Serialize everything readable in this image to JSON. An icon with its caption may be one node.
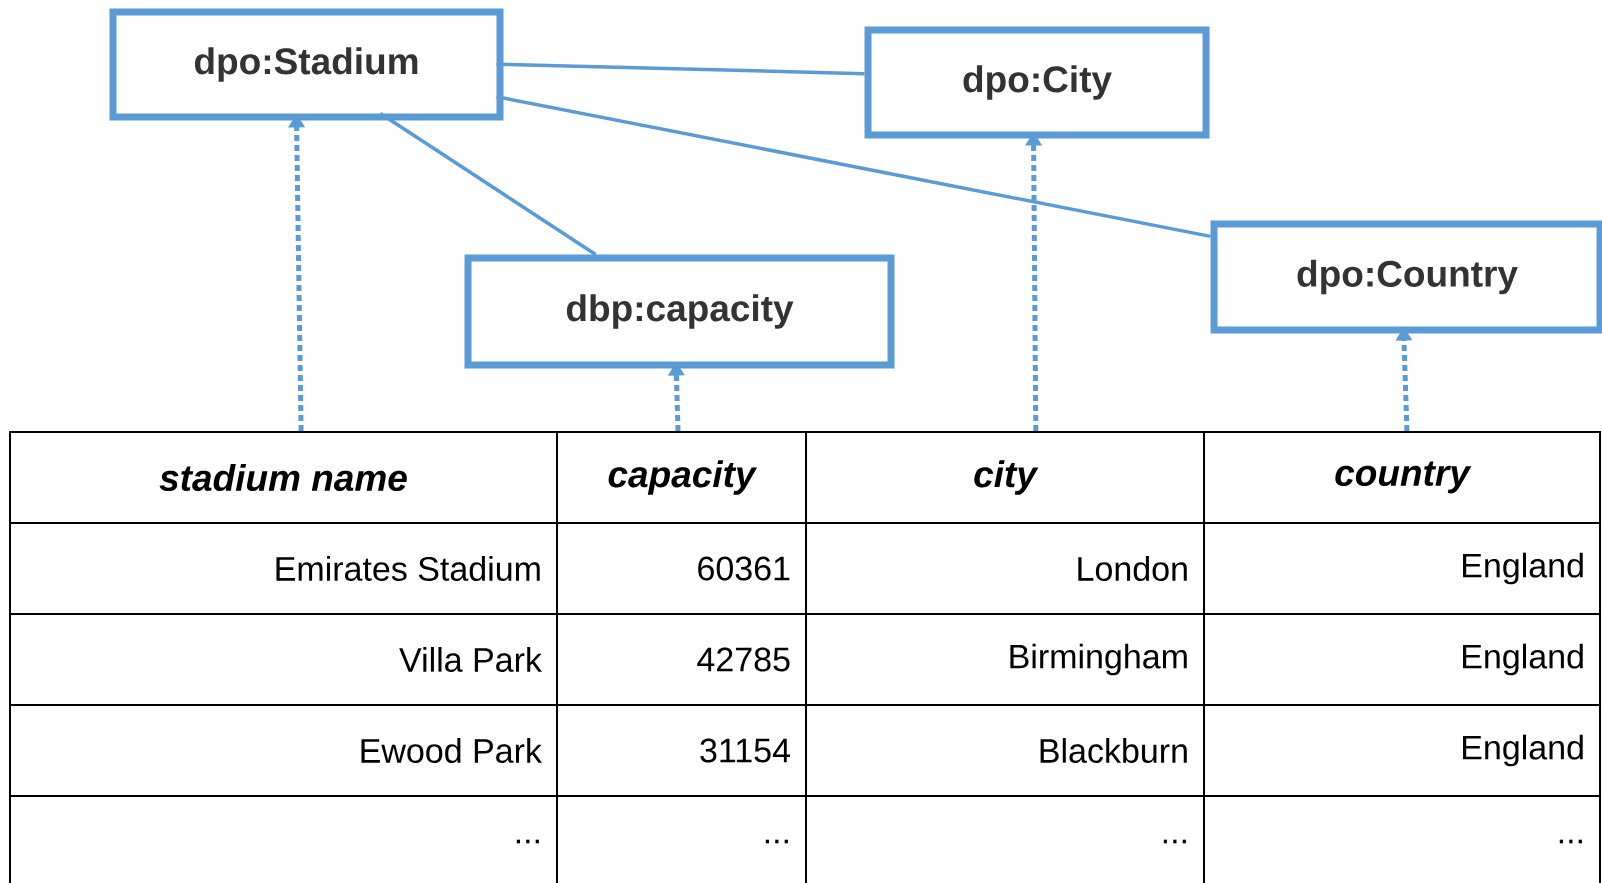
{
  "diagram": {
    "nodes": [
      {
        "text": [
          "dpo:Stadium"
        ]
      },
      {
        "text": [
          "dpo:City"
        ]
      },
      {
        "text": [
          "dbp:capacity"
        ]
      },
      {
        "text": [
          "dpo:Country"
        ]
      },
      {
        "text": [
          "stadium name"
        ]
      },
      {
        "text": [
          "capacity"
        ]
      },
      {
        "text": [
          "city"
        ]
      },
      {
        "text": [
          "country"
        ]
      }
    ],
    "edges": [
      {
        "from": 0,
        "to": 1,
        "arrow": "none"
      },
      {
        "from": 0,
        "to": 2,
        "arrow": "none"
      },
      {
        "from": 0,
        "to": 3,
        "arrow": "none"
      },
      {
        "from": 4,
        "to": 0,
        "arrow": "to",
        "style": "dashed"
      },
      {
        "from": 5,
        "to": 2,
        "arrow": "to",
        "style": "dashed"
      },
      {
        "from": 6,
        "to": 1,
        "arrow": "to",
        "style": "dashed"
      },
      {
        "from": 7,
        "to": 3,
        "arrow": "to",
        "style": "dashed"
      }
    ],
    "labels": [
      "Emirates Stadium",
      "60361",
      "London",
      "England",
      "Villa Park",
      "42785",
      "Birmingham",
      "England",
      "Ewood Park",
      "31154",
      "Blackburn",
      "England",
      "...",
      "...",
      "...",
      "..."
    ]
  }
}
